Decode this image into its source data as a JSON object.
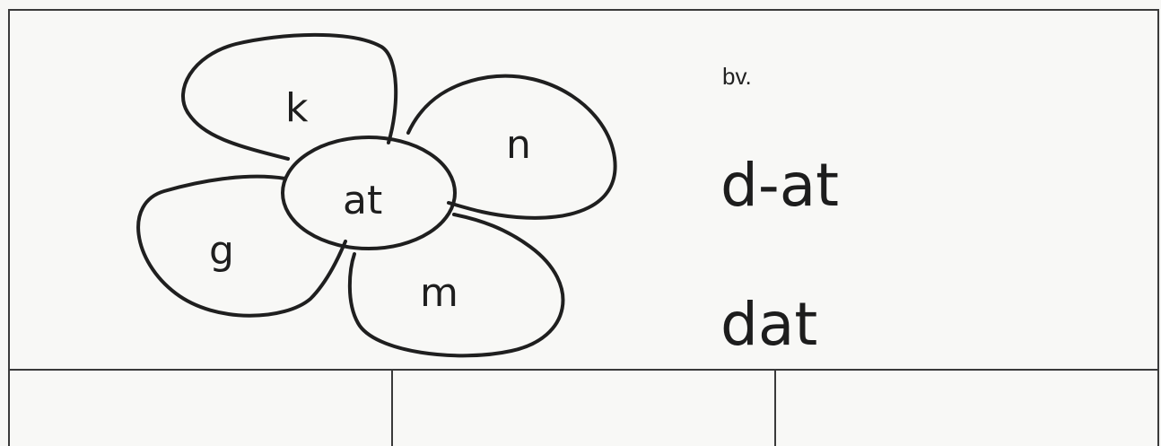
{
  "worksheet": {
    "flower": {
      "center": "at",
      "petals": [
        "k",
        "n",
        "g",
        "m"
      ]
    },
    "example": {
      "label": "bv.",
      "split_word": "d-at",
      "joined_word": "dat"
    }
  }
}
